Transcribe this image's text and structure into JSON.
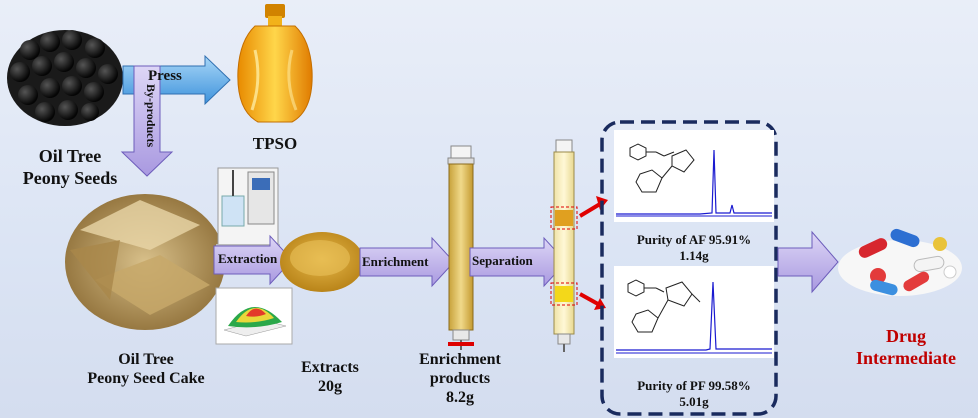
{
  "labels": {
    "seeds": [
      "Oil Tree",
      "Peony Seeds"
    ],
    "tpso": "TPSO",
    "cake": [
      "Oil Tree",
      "Peony Seed Cake"
    ],
    "extracts": [
      "Extracts",
      "20g"
    ],
    "enrichment_products": [
      "Enrichment",
      "products",
      "8.2g"
    ],
    "drug": [
      "Drug",
      "Intermediate"
    ]
  },
  "arrows": {
    "press": "Press",
    "byproducts": "By-products",
    "extraction": "Extraction",
    "enrichment": "Enrichment",
    "separation": "Separation"
  },
  "results": {
    "af": [
      "Purity of AF 95.91%",
      "1.14g"
    ],
    "pf": [
      "Purity of PF 99.58%",
      "5.01g"
    ]
  },
  "colors": {
    "arrow_fill": "#b7a9e6",
    "arrow_fill_blue": "#6fb3e8",
    "dashed_box": "#1a2b5e",
    "drug_text": "#c00000",
    "spectrum_line": "#1a1ad0",
    "red_arrow": "#e00000"
  }
}
